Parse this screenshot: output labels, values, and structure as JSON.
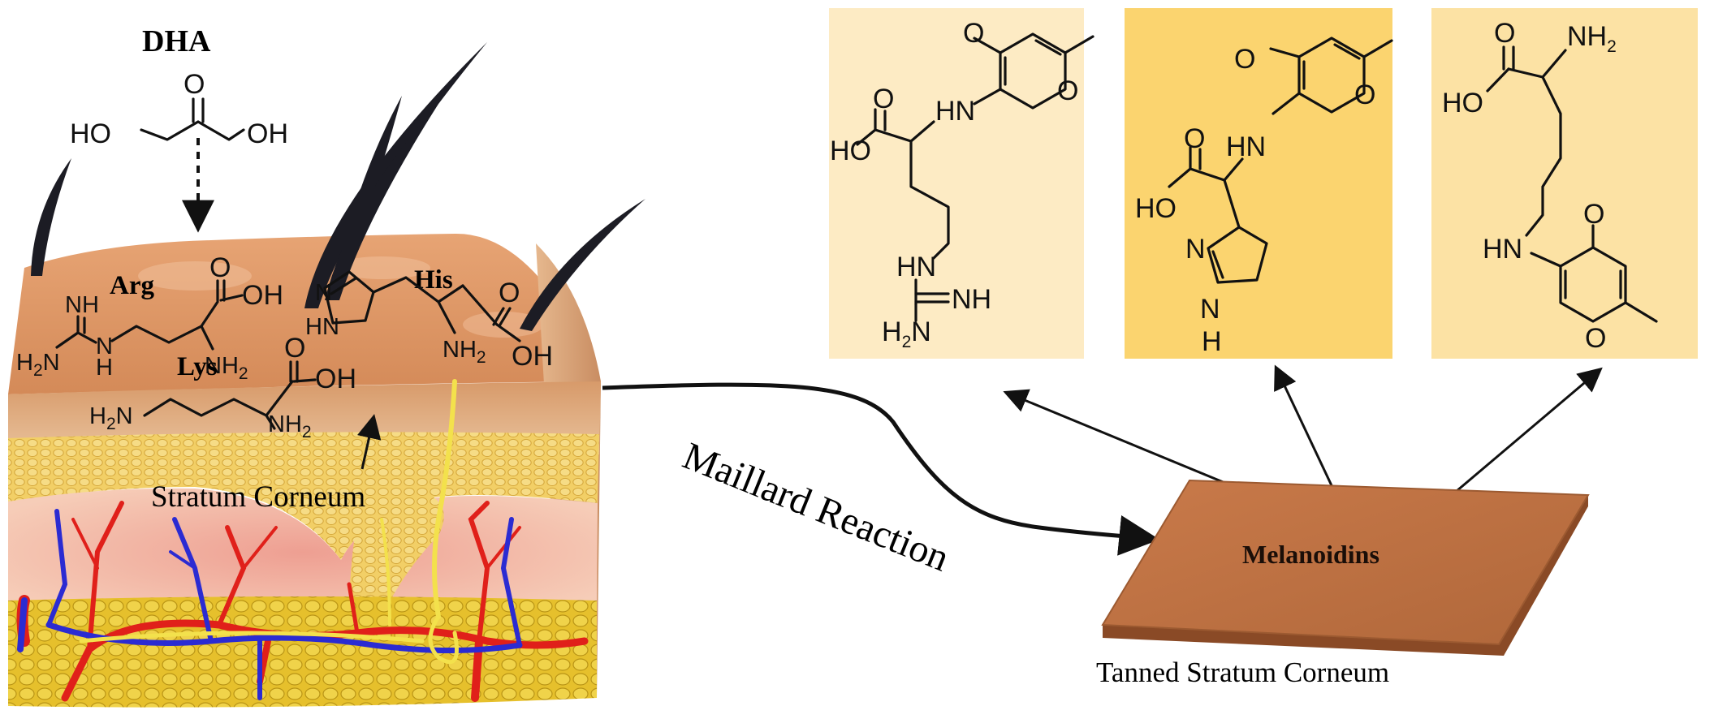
{
  "reagent": {
    "name": "DHA",
    "oh_left": "HO",
    "carbonyl_o": "O",
    "oh_right": "OH"
  },
  "skin_block": {
    "amino_acids": [
      "Arg",
      "Lys",
      "His"
    ],
    "stratum_label": "Stratum Corneum",
    "atoms": {
      "nh": "NH",
      "n": "N",
      "h": "H",
      "o": "O",
      "oh": "OH",
      "hn": "HN",
      "h2": "H",
      "n2": "N",
      "nh2_main": "NH",
      "sub2": "2"
    }
  },
  "reaction": {
    "label": "Maillard Reaction"
  },
  "product_plate": {
    "label": "Melanoidins",
    "caption": "Tanned Stratum Corneum"
  },
  "product_panels": [
    {
      "name": "arg-adduct",
      "bg": "#fdebc4"
    },
    {
      "name": "his-adduct",
      "bg": "#fbd46f"
    },
    {
      "name": "lys-adduct",
      "bg": "#fce2a4"
    }
  ],
  "colors": {
    "skin_top": "#d9915f",
    "skin_front_top": "#ddb28d",
    "epidermis_cells": "#f3d26b",
    "dermis": "#f1b6a6",
    "fat": "#e8c531",
    "artery": "#e3201b",
    "vein": "#2a2bd0",
    "nerve": "#f1e14a",
    "hair": "#1c1c24",
    "plate": "#b86a3c"
  }
}
